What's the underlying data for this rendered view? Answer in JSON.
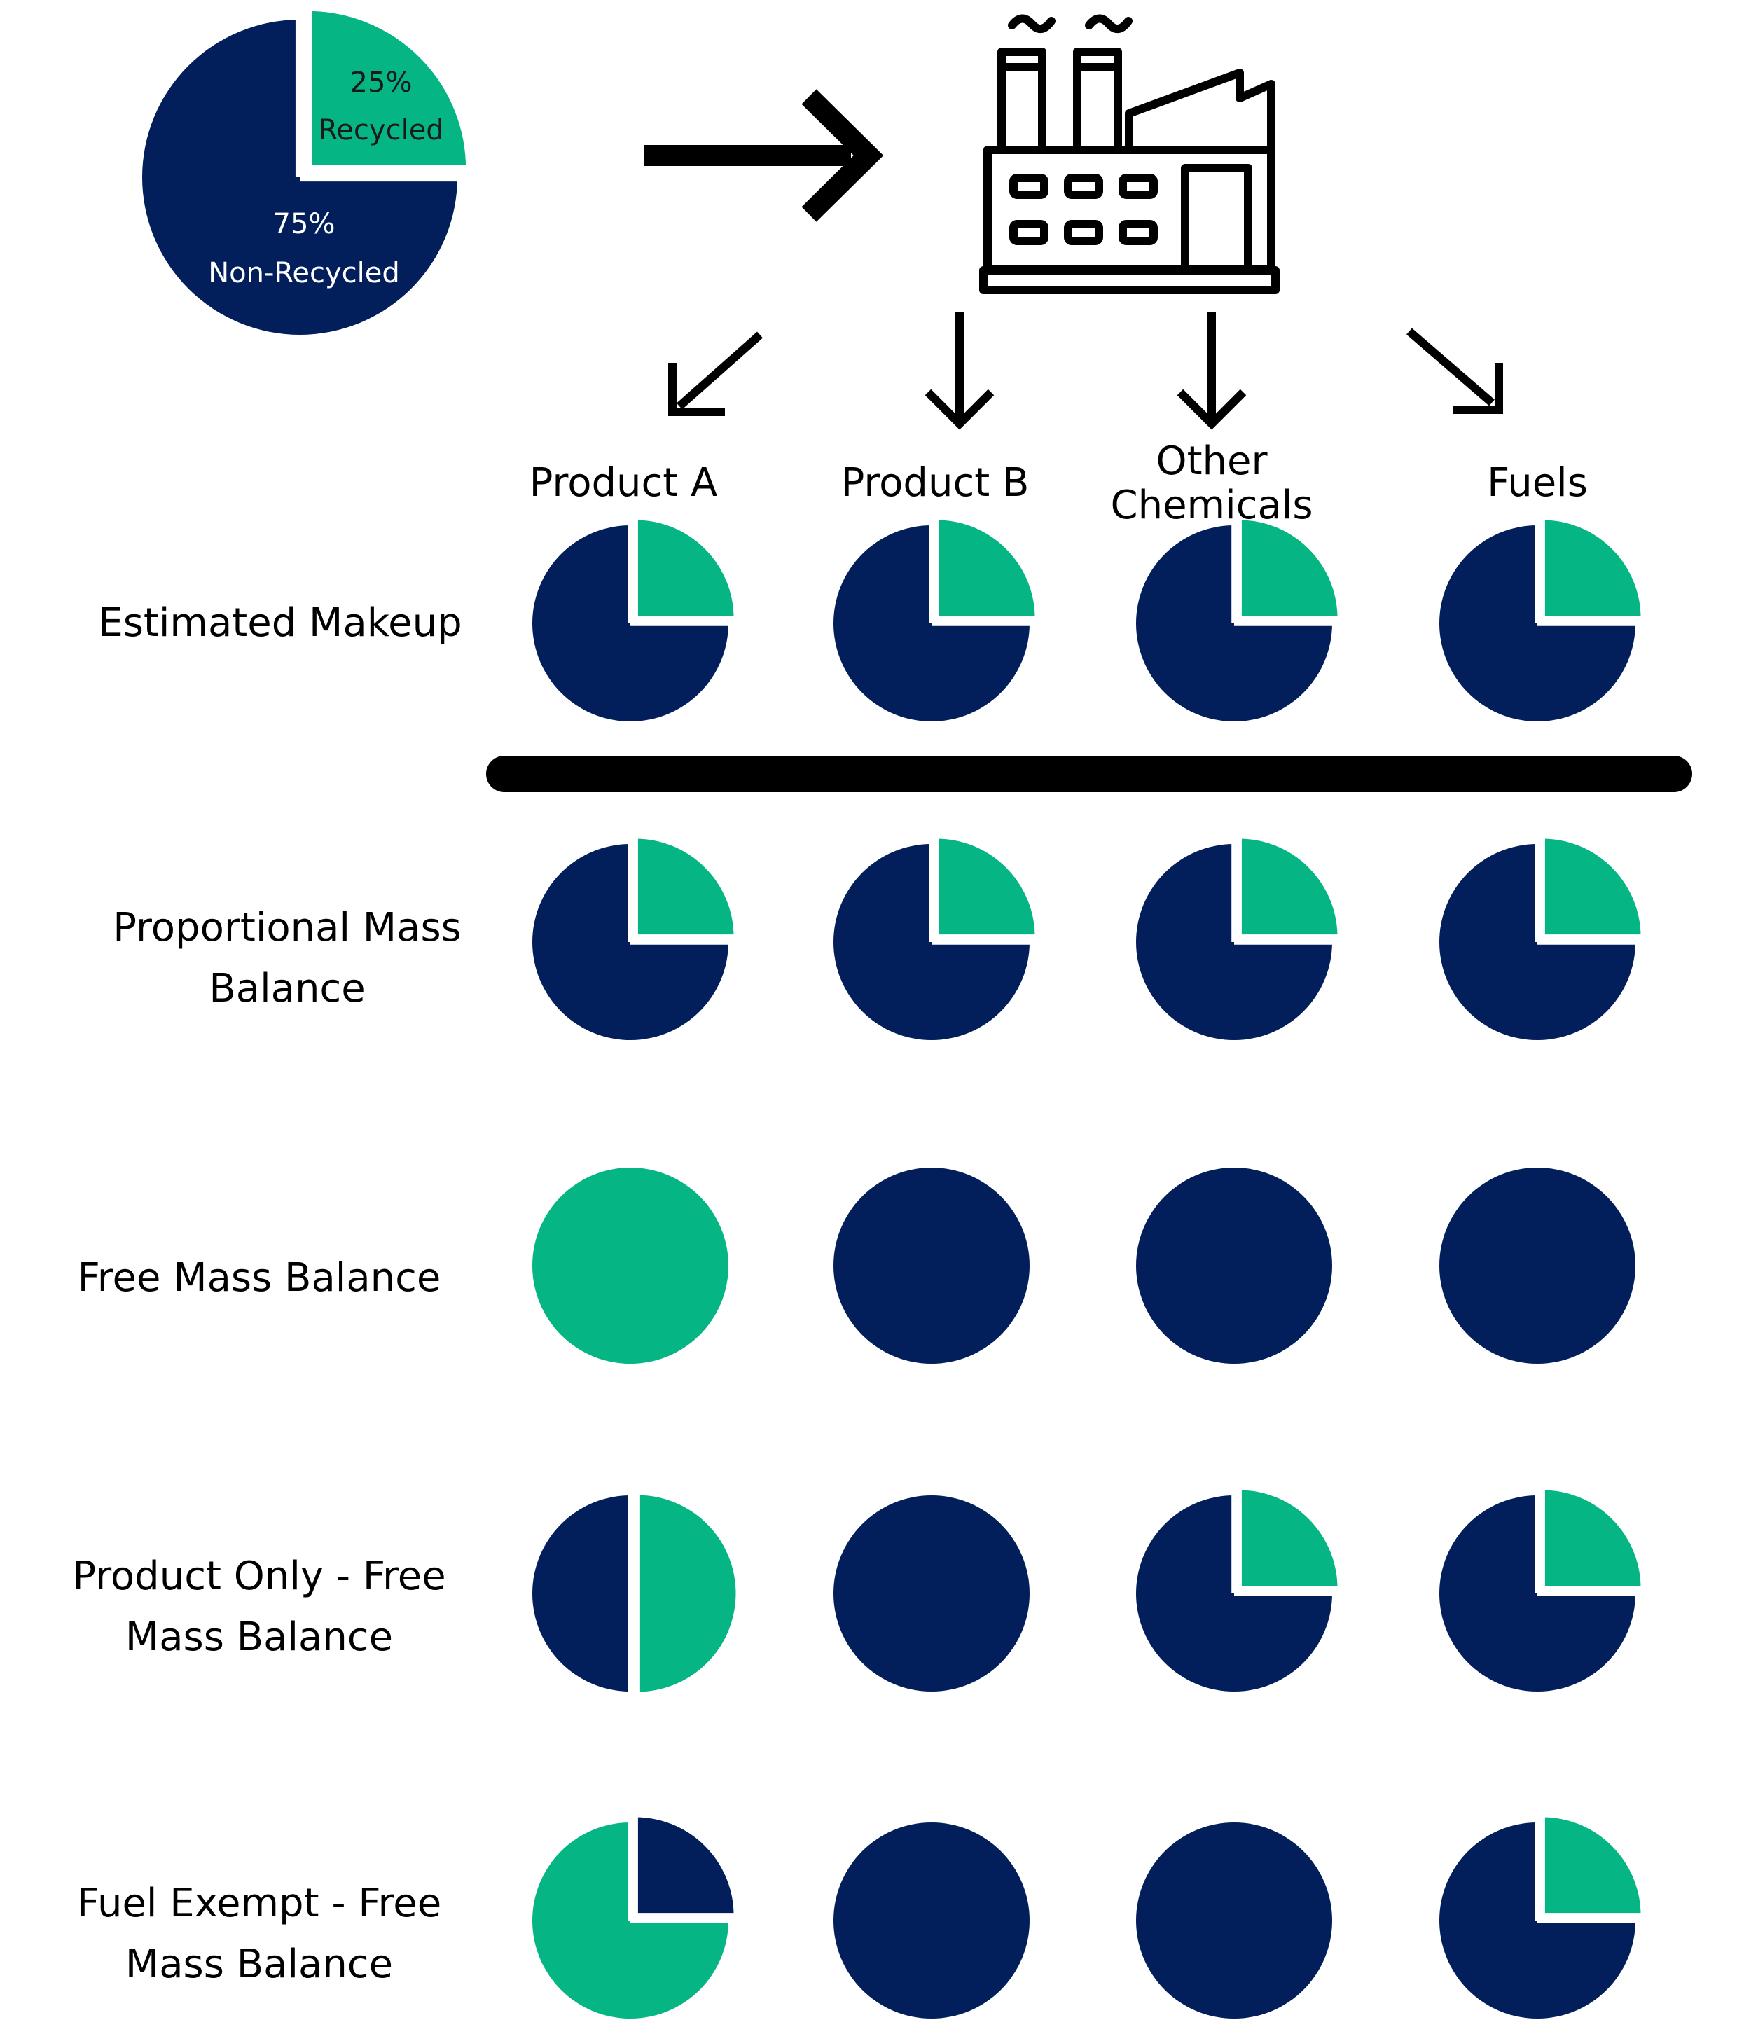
{
  "colors": {
    "recycled": "#05b583",
    "non_recycled": "#021f5c",
    "line": "#000000"
  },
  "feedstock": {
    "recycled_pct": "25%",
    "recycled_label": "Recycled",
    "non_recycled_pct": "75%",
    "non_recycled_label": "Non-Recycled",
    "recycled_fraction": 0.25
  },
  "icons": {
    "main_arrow": "right-arrow-icon",
    "factory": "factory-icon",
    "output_arrows": [
      "arrow-down-left-icon",
      "arrow-down-icon",
      "arrow-down-icon",
      "arrow-down-right-icon"
    ]
  },
  "columns": [
    {
      "label": "Product A"
    },
    {
      "label": "Product B"
    },
    {
      "label": "Other Chemicals"
    },
    {
      "label": "Fuels"
    }
  ],
  "rows": [
    {
      "label": "Estimated Makeup",
      "recycled_fractions": [
        0.25,
        0.25,
        0.25,
        0.25
      ],
      "mirrored": [
        false,
        false,
        false,
        false
      ]
    },
    {
      "label": "Proportional Mass Balance",
      "recycled_fractions": [
        0.25,
        0.25,
        0.25,
        0.25
      ],
      "mirrored": [
        false,
        false,
        false,
        false
      ]
    },
    {
      "label": "Free Mass Balance",
      "recycled_fractions": [
        1.0,
        0.0,
        0.0,
        0.0
      ],
      "mirrored": [
        false,
        false,
        false,
        false
      ]
    },
    {
      "label": "Product Only - Free Mass Balance",
      "recycled_fractions": [
        0.5,
        0.0,
        0.25,
        0.25
      ],
      "mirrored": [
        false,
        false,
        false,
        false
      ]
    },
    {
      "label": "Fuel Exempt - Free Mass Balance",
      "recycled_fractions": [
        0.75,
        0.0,
        0.0,
        0.25
      ],
      "mirrored": [
        true,
        false,
        false,
        false
      ]
    }
  ]
}
